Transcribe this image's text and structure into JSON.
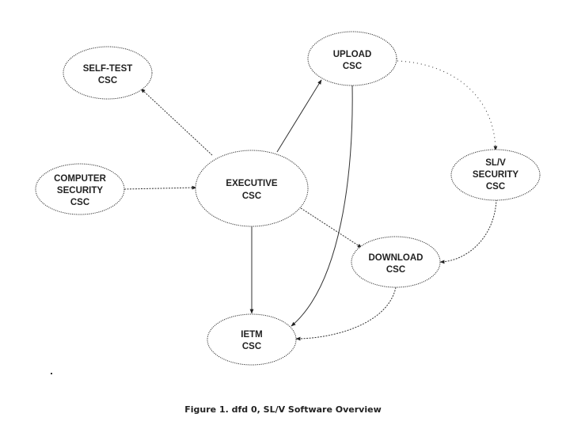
{
  "diagram": {
    "nodes": [
      {
        "id": "self-test",
        "lines": [
          "SELF-TEST",
          "CSC"
        ]
      },
      {
        "id": "upload",
        "lines": [
          "UPLOAD",
          "CSC"
        ]
      },
      {
        "id": "computer-security",
        "lines": [
          "COMPUTER",
          "SECURITY",
          "CSC"
        ]
      },
      {
        "id": "executive",
        "lines": [
          "EXECUTIVE",
          "CSC"
        ]
      },
      {
        "id": "slv-security",
        "lines": [
          "SL/V",
          "SECURITY",
          "CSC"
        ]
      },
      {
        "id": "download",
        "lines": [
          "DOWNLOAD",
          "CSC"
        ]
      },
      {
        "id": "ietm",
        "lines": [
          "IETM",
          "CSC"
        ]
      }
    ],
    "edges": [
      {
        "from": "executive",
        "to": "self-test"
      },
      {
        "from": "executive",
        "to": "upload"
      },
      {
        "from": "computer-security",
        "to": "executive"
      },
      {
        "from": "executive",
        "to": "download"
      },
      {
        "from": "executive",
        "to": "ietm"
      },
      {
        "from": "upload",
        "to": "slv-security"
      },
      {
        "from": "slv-security",
        "to": "download"
      },
      {
        "from": "upload",
        "to": "ietm"
      },
      {
        "from": "download",
        "to": "ietm"
      }
    ]
  },
  "caption": "Figure 1. dfd 0, SL/V Software Overview"
}
